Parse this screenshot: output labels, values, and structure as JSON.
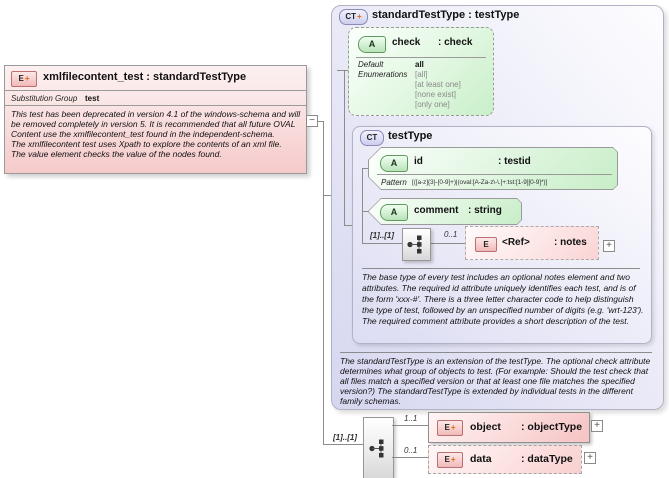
{
  "element_box": {
    "title": "xmlfilecontent_test : standardTestType",
    "icon_letter": "E",
    "icon_plus": "+",
    "substitution_group_label": "Substitution Group",
    "substitution_group_value": "test",
    "description": "This test has been deprecated in version 4.1 of the windows-schema and will be removed completely in version 5.  It is recommended that all future OVAL Content use the xmlfilecontent_test found in the independent-schema.\nThe xmlfilecontent test uses Xpath to explore the contents of an xml file.\nThe value element checks the value of the nodes found.",
    "collapse_symbol": "−"
  },
  "standard_test_type": {
    "icon_letters": "CT",
    "icon_plus": "+",
    "title": "standardTestType : testType",
    "description": "The standardTestType is an extension of the testType.  The optional check attribute determines what group of objects to test.  (For example: Should the test check that all files match a specified version or that at least one file matches the specified version?)  The standardTestType is extended by individual tests in the different family schemas.",
    "check_attribute": {
      "icon_letter": "A",
      "name": "check",
      "type": ": check",
      "default_label": "Default",
      "default_value": "all",
      "enumerations_label": "Enumerations",
      "enums": [
        "[all]",
        "[at least one]",
        "[none exist]",
        "[only one]"
      ]
    },
    "test_type": {
      "icon_letters": "CT",
      "title": "testType",
      "id_attribute": {
        "icon_letter": "A",
        "name": "id",
        "type": ": testid",
        "pattern_label": "Pattern",
        "pattern_value": "[([a-z]{3}-[0-9]+)|(oval:[A-Za-z\\-\\.]+:tst:[1-9][0-9]*)]"
      },
      "comment_attribute": {
        "icon_letter": "A",
        "name": "comment",
        "type": ": string"
      },
      "sequence_occurs": "[1]..[1]",
      "notes_occurs": "0..1",
      "notes_element": {
        "icon_letter": "E",
        "name": "<Ref>",
        "type": ": notes",
        "expand_symbol": "+"
      },
      "description": "The base type of every test includes an optional notes element and two attributes.  The required id attribute uniquely identifies each test, and is of the form 'xxx-#'.  There is a three letter character code to help distinguish the type of test, followed by an unspecified number of digits (e.g. 'wrt-123').  The required comment attribute provides a short description of the test."
    }
  },
  "content_sequence": {
    "occurs": "[1]..[1]",
    "object_occurs": "1..1",
    "data_occurs": "0..1",
    "object_element": {
      "icon_letter": "E",
      "icon_plus": "+",
      "name": "object",
      "type": ": objectType",
      "expand_symbol": "+"
    },
    "data_element": {
      "icon_letter": "E",
      "icon_plus": "+",
      "name": "data",
      "type": ": dataType",
      "expand_symbol": "+"
    }
  },
  "colors": {
    "element_pink": "#f5caca",
    "complex_lavender": "#d6d6f0",
    "attribute_green": "#c7eec7",
    "plus_orange": "#e0690f",
    "line_gray": "#8c8c8c"
  }
}
